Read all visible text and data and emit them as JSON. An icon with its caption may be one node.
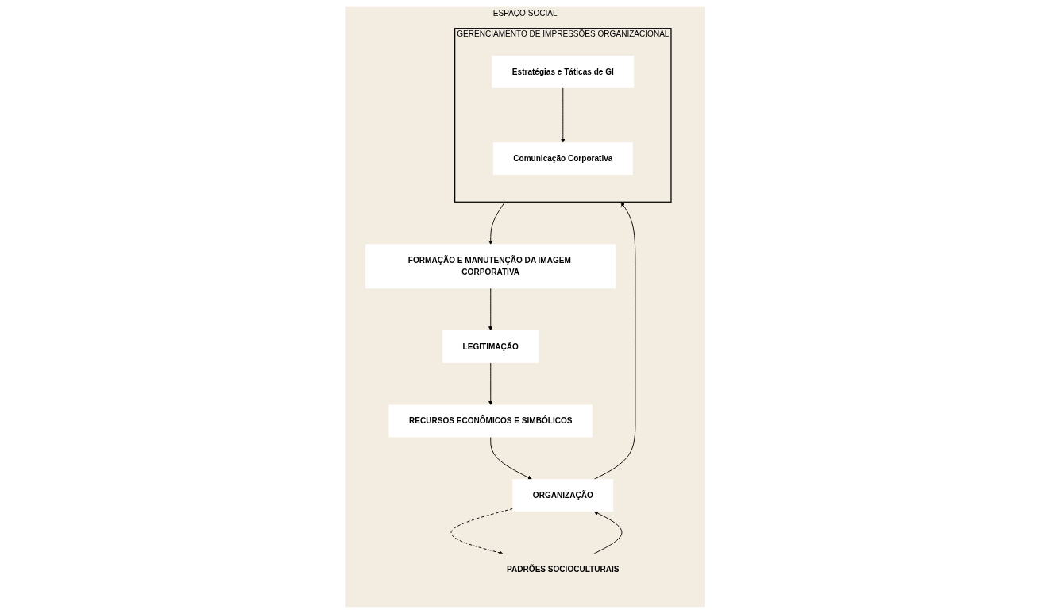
{
  "diagram": {
    "nodes": [
      {
        "text": [
          "ESPAÇO SOCIAL"
        ]
      },
      {
        "text": [
          "PADRÕES SOCIOCULTURAIS"
        ],
        "in": 0
      },
      {
        "text": [
          "ORGANIZAÇÃO"
        ],
        "in": 0
      },
      {
        "text": [
          "GERENCIAMENTO DE IMPRESSÕES ORGANIZACIONAL"
        ],
        "in": 0
      },
      {
        "text": [
          "Estratégias e Táticas de GI"
        ],
        "in": 3
      },
      {
        "text": [
          "Comunicação Corporativa"
        ],
        "in": 3
      },
      {
        "text": [
          "FORMAÇÃO E MANUTENÇÃO DA IMAGEM CORPORATIVA"
        ],
        "in": 0
      },
      {
        "text": [
          "LEGITIMAÇÃO"
        ],
        "in": 0
      },
      {
        "text": [
          "RECURSOS ECONÔMICOS E SIMBÓLICOS"
        ],
        "in": 0
      }
    ],
    "edges": [
      {
        "from": 1,
        "to": 2,
        "arrow": "to"
      },
      {
        "from": 2,
        "to": 1,
        "arrow": "to",
        "style": "dashed"
      },
      {
        "from": 2,
        "to": 3,
        "arrow": "to"
      },
      {
        "from": 4,
        "to": 5,
        "arrow": "to"
      },
      {
        "from": 3,
        "to": 6,
        "arrow": "to"
      },
      {
        "from": 6,
        "to": 7,
        "arrow": "to"
      },
      {
        "from": 7,
        "to": 8,
        "arrow": "to"
      },
      {
        "from": 8,
        "to": 2,
        "arrow": "to"
      }
    ]
  }
}
